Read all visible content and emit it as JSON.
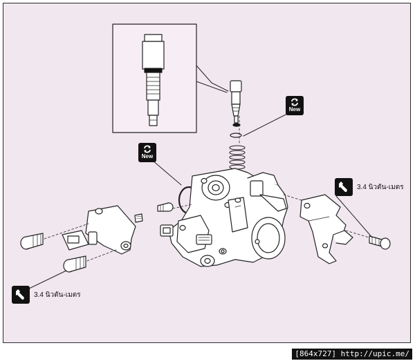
{
  "torque_callouts": {
    "upper_right": "3.4 นิวตัน-เมตร",
    "lower_left": "3.4 นิวตัน-เมตร"
  },
  "new_tags": {
    "upper": "New",
    "lower": "New"
  },
  "watermark": "[864x727] http://upic.me/",
  "icons": [
    "wrench-icon",
    "new-part-icon",
    "refresh-cycle-icon"
  ]
}
